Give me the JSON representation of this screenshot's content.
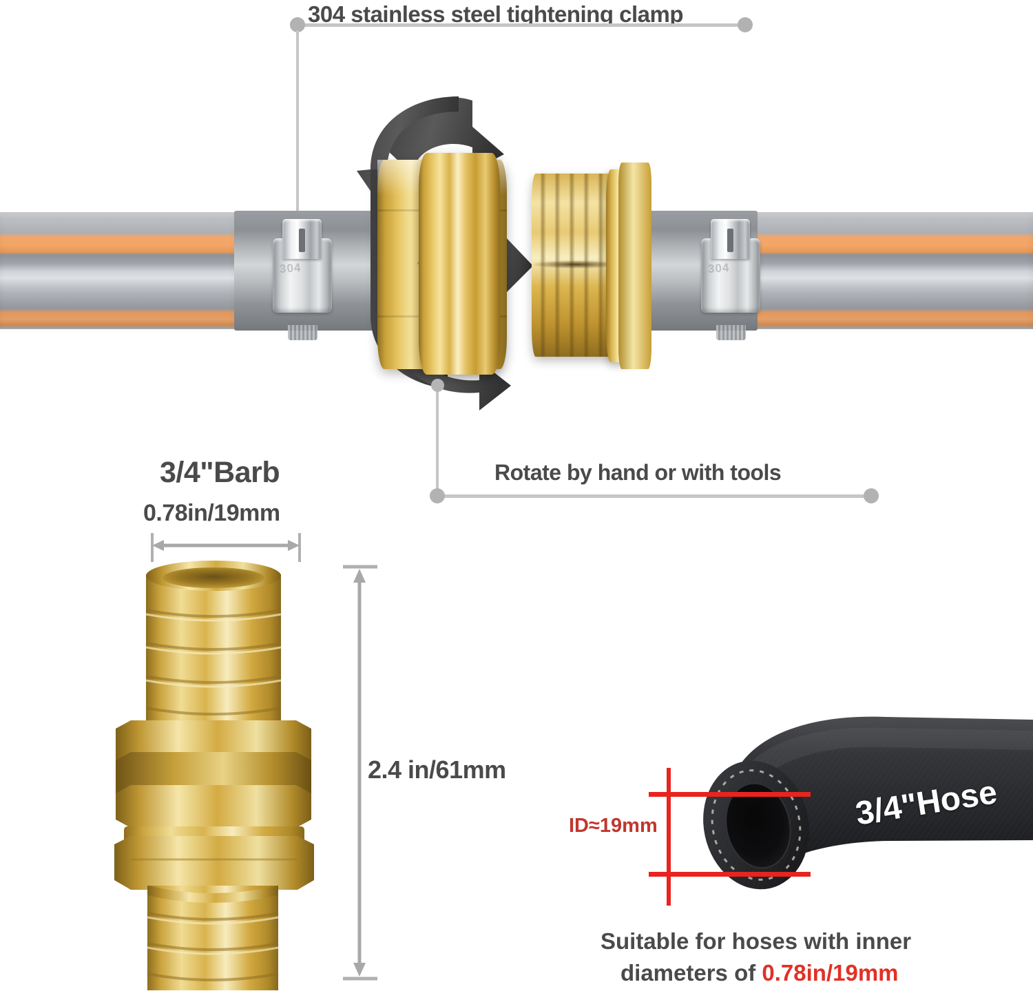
{
  "page": {
    "background": "#ffffff",
    "accent_red": "#e8241f",
    "text_gray": "#4a4a4a",
    "leader_gray": "#c6c6c6"
  },
  "callouts": {
    "clamp_title": "304 stainless steel tightening clamp",
    "rotate_title": "Rotate by hand or with tools"
  },
  "clamp_labels": {
    "left_mark": "304",
    "right_mark": "304"
  },
  "barb_section": {
    "title": "3/4\"Barb",
    "width_label": "0.78in/19mm",
    "height_label": "2.4 in/61mm"
  },
  "hose_section": {
    "id_label": "ID≈19mm",
    "hose_label": "3/4\"Hose",
    "note_line1": "Suitable for hoses with inner",
    "note_line2_prefix": "diameters of ",
    "note_line2_highlight": "0.78in/19mm"
  },
  "icons": {
    "rotation": "rotation-arrow-icon",
    "dim_horizontal": "horizontal-dimension-arrow-icon",
    "dim_vertical": "vertical-dimension-arrow-icon",
    "leader_dot": "leader-endpoint-dot-icon"
  }
}
